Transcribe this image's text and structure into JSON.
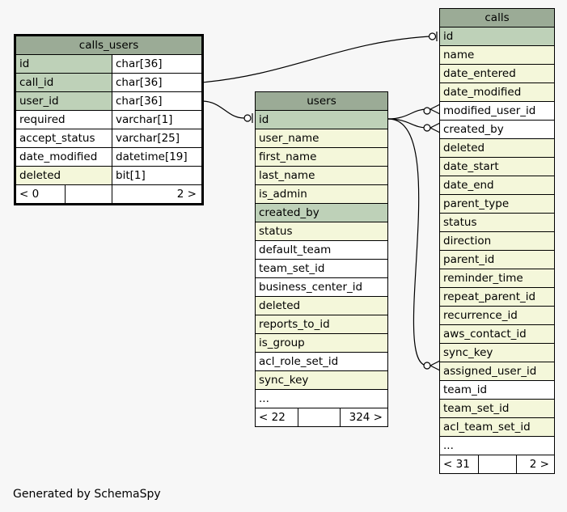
{
  "tables": {
    "calls_users": {
      "name": "calls_users",
      "columns": [
        {
          "name": "id",
          "type": "char[36]",
          "style": "key"
        },
        {
          "name": "call_id",
          "type": "char[36]",
          "style": "key"
        },
        {
          "name": "user_id",
          "type": "char[36]",
          "style": "key"
        },
        {
          "name": "required",
          "type": "varchar[1]",
          "style": "plain"
        },
        {
          "name": "accept_status",
          "type": "varchar[25]",
          "style": "plain"
        },
        {
          "name": "date_modified",
          "type": "datetime[19]",
          "style": "plain"
        },
        {
          "name": "deleted",
          "type": "bit[1]",
          "style": "idx"
        }
      ],
      "footer": {
        "left": "< 0",
        "mid": "",
        "right": "2 >"
      }
    },
    "users": {
      "name": "users",
      "columns": [
        {
          "name": "id",
          "style": "key"
        },
        {
          "name": "user_name",
          "style": "idx"
        },
        {
          "name": "first_name",
          "style": "idx"
        },
        {
          "name": "last_name",
          "style": "idx"
        },
        {
          "name": "is_admin",
          "style": "idx"
        },
        {
          "name": "created_by",
          "style": "key"
        },
        {
          "name": "status",
          "style": "idx"
        },
        {
          "name": "default_team",
          "style": "plain"
        },
        {
          "name": "team_set_id",
          "style": "plain"
        },
        {
          "name": "business_center_id",
          "style": "plain"
        },
        {
          "name": "deleted",
          "style": "idx"
        },
        {
          "name": "reports_to_id",
          "style": "idx"
        },
        {
          "name": "is_group",
          "style": "idx"
        },
        {
          "name": "acl_role_set_id",
          "style": "plain"
        },
        {
          "name": "sync_key",
          "style": "idx"
        },
        {
          "name": "...",
          "style": "plain"
        }
      ],
      "footer": {
        "left": "< 22",
        "mid": "",
        "right": "324 >"
      }
    },
    "calls": {
      "name": "calls",
      "columns": [
        {
          "name": "id",
          "style": "key"
        },
        {
          "name": "name",
          "style": "idx"
        },
        {
          "name": "date_entered",
          "style": "idx"
        },
        {
          "name": "date_modified",
          "style": "idx"
        },
        {
          "name": "modified_user_id",
          "style": "plain"
        },
        {
          "name": "created_by",
          "style": "plain"
        },
        {
          "name": "deleted",
          "style": "idx"
        },
        {
          "name": "date_start",
          "style": "idx"
        },
        {
          "name": "date_end",
          "style": "idx"
        },
        {
          "name": "parent_type",
          "style": "idx"
        },
        {
          "name": "status",
          "style": "idx"
        },
        {
          "name": "direction",
          "style": "idx"
        },
        {
          "name": "parent_id",
          "style": "idx"
        },
        {
          "name": "reminder_time",
          "style": "idx"
        },
        {
          "name": "repeat_parent_id",
          "style": "idx"
        },
        {
          "name": "recurrence_id",
          "style": "idx"
        },
        {
          "name": "aws_contact_id",
          "style": "idx"
        },
        {
          "name": "sync_key",
          "style": "idx"
        },
        {
          "name": "assigned_user_id",
          "style": "idx"
        },
        {
          "name": "team_id",
          "style": "plain"
        },
        {
          "name": "team_set_id",
          "style": "idx"
        },
        {
          "name": "acl_team_set_id",
          "style": "idx"
        },
        {
          "name": "...",
          "style": "plain"
        }
      ],
      "footer": {
        "left": "< 31",
        "mid": "",
        "right": "2 >"
      }
    }
  },
  "colors": {
    "header": "#9bab96",
    "key": "#bed1b8",
    "indexed": "#f4f7da",
    "plain": "#ffffff"
  },
  "footer_note": "Generated by SchemaSpy"
}
